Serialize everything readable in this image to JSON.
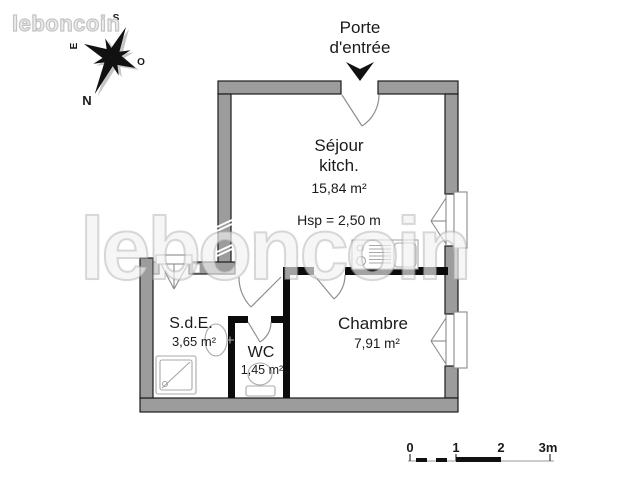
{
  "logo": {
    "text": "leboncoin"
  },
  "watermark": {
    "text": "leboncoin"
  },
  "compass": {
    "n": "N",
    "s": "S",
    "e": "E",
    "o": "O"
  },
  "entrance": {
    "line1": "Porte",
    "line2": "d'entrée"
  },
  "rooms": {
    "sejour": {
      "line1": "Séjour",
      "line2": "kitch.",
      "area": "15,84 m²",
      "hsp": "Hsp = 2,50 m"
    },
    "sde": {
      "name": "S.d.E.",
      "area": "3,65 m²"
    },
    "wc": {
      "name": "WC",
      "area": "1,45 m²"
    },
    "chambre": {
      "name": "Chambre",
      "area": "7,91 m²"
    }
  },
  "scale": {
    "ticks": [
      "0",
      "1",
      "2",
      "3m"
    ]
  },
  "colors": {
    "wall_fill": "#9c9c9c",
    "wall_outline": "#1c1c1c",
    "partition": "#0b0b0b",
    "text": "#1a1a1a",
    "logo_gray": "#c9c9c9",
    "fixture_outline": "#a8a8a8"
  }
}
